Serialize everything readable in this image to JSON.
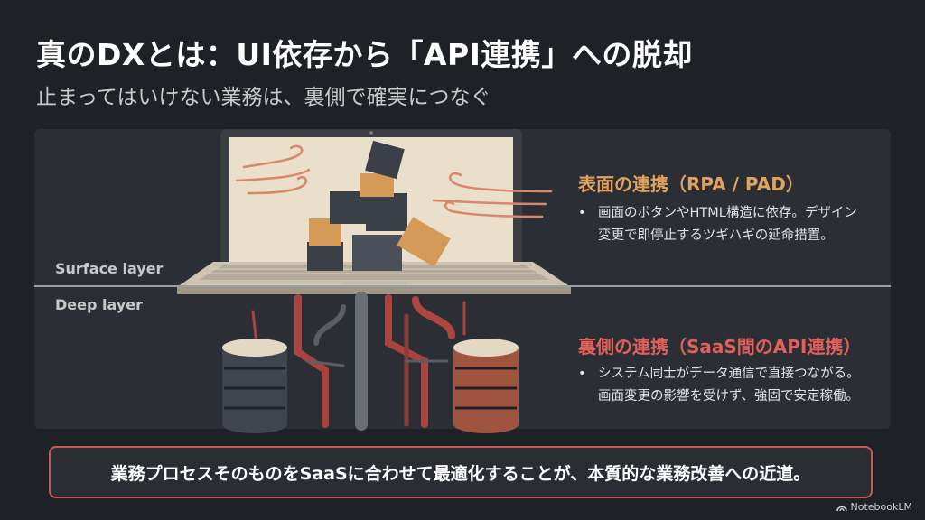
{
  "header": {
    "title": "真のDXとは：UI依存から「API連携」への脱却",
    "subtitle": "止まってはいけない業務は、裏側で確実につなぐ"
  },
  "layers": {
    "surface_label": "Surface layer",
    "deep_label": "Deep layer"
  },
  "surface_section": {
    "heading": "表面の連携（RPA / PAD）",
    "bullet_lines": [
      "画面のボタンやHTML構造に依存。デザイン",
      "変更で即停止するツギハギの延命措置。"
    ]
  },
  "deep_section": {
    "heading": "裏側の連携（SaaS間のAPI連携）",
    "bullet_lines": [
      "システム同士がデータ通信で直接つながる。",
      "画面変更の影響を受けず、強固で安定稼働。"
    ]
  },
  "conclusion": "業務プロセスそのものをSaaSに合わせて最適化することが、本質的な業務改善への近道。",
  "brand": {
    "name": "NotebookLM",
    "icon": "notebooklm-logo-icon"
  },
  "colors": {
    "background": "#1e2126",
    "accent_orange": "#e0a35e",
    "accent_red": "#e0605a"
  }
}
